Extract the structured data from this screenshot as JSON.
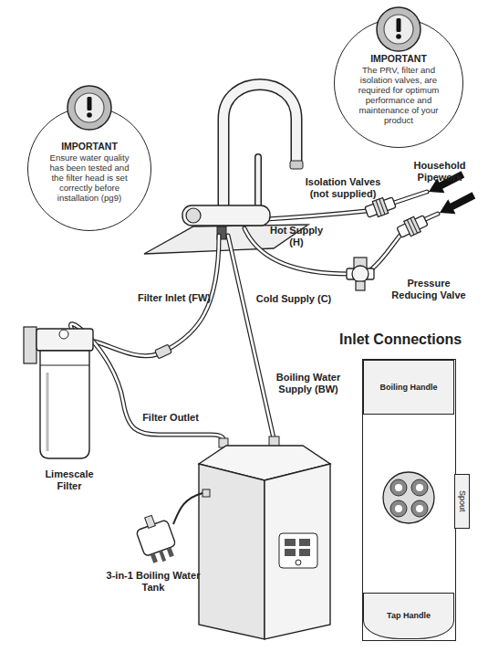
{
  "diagram": {
    "nodes": [
      {
        "text": [
          "IMPORTANT",
          "The PRV, filter and isolation valves, are required for optimum performance and maintenance of your product"
        ]
      },
      {
        "text": [
          "IMPORTANT",
          "Ensure water quality has been tested and the filter head is set correctly before installation (pg9)"
        ]
      },
      {
        "text": [
          "Inlet Connections"
        ]
      },
      {
        "text": [
          "Boiling Handle"
        ],
        "in": 2
      },
      {
        "text": [
          "Spout"
        ],
        "in": 2
      },
      {
        "text": [
          "Tap Handle"
        ],
        "in": 2
      }
    ],
    "labels": [
      "Isolation Valves (not supplied)",
      "Household Pipework",
      "Hot Supply (H)",
      "Pressure Reducing Valve",
      "Cold Supply (C)",
      "Filter Inlet (FW)",
      "Boiling Water Supply (BW)",
      "Filter Outlet",
      "Limescale Filter",
      "3-in-1 Boiling Water Tank"
    ]
  }
}
